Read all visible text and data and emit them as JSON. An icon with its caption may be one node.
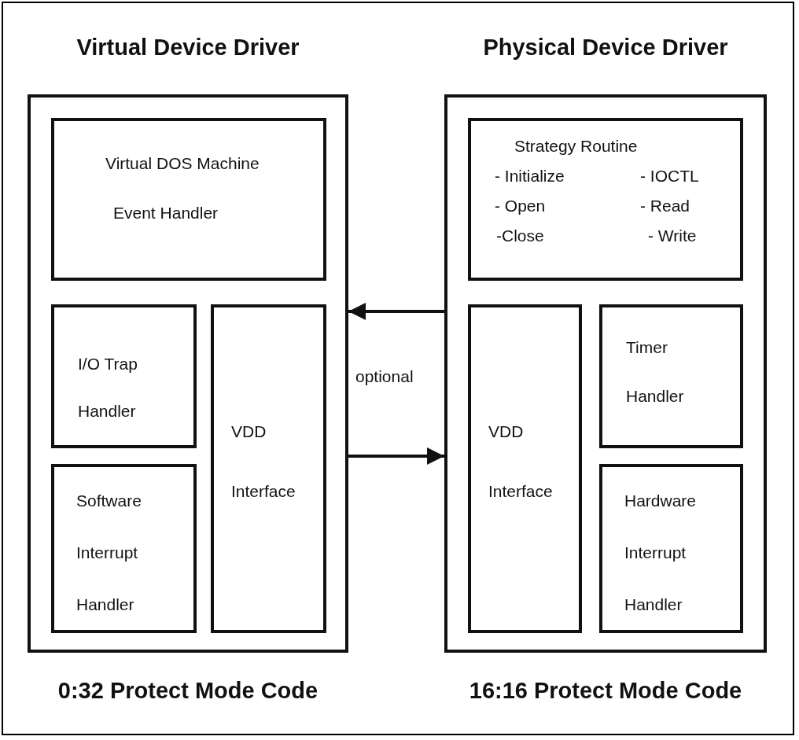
{
  "diagram": {
    "nodes": [
      {
        "text": [
          "Virtual Device Driver"
        ],
        "beside": [
          "0:32 Protect Mode Code"
        ]
      },
      {
        "text": [
          "Virtual DOS Machine",
          "Event Handler"
        ],
        "in": 0
      },
      {
        "text": [
          "I/O Trap Handler"
        ],
        "in": 0
      },
      {
        "text": [
          "Software Interrupt Handler"
        ],
        "in": 0
      },
      {
        "text": [
          "VDD Interface"
        ],
        "in": 0
      },
      {
        "text": [
          "Physical Device Driver"
        ],
        "beside": [
          "16:16 Protect Mode Code"
        ]
      },
      {
        "text": [
          "Strategy Routine",
          "- Initialize",
          "- IOCTL",
          "- Open",
          "- Read",
          "-Close",
          "- Write"
        ],
        "in": 5
      },
      {
        "text": [
          "VDD Interface"
        ],
        "in": 5
      },
      {
        "text": [
          "Timer Handler"
        ],
        "in": 5
      },
      {
        "text": [
          "Hardware Interrupt Handler"
        ],
        "in": 5
      }
    ],
    "edges": [
      {
        "from": 5,
        "to": 0,
        "arrow": "to"
      },
      {
        "from": 0,
        "to": 5,
        "arrow": "to"
      }
    ],
    "labels": [
      "optional"
    ]
  }
}
